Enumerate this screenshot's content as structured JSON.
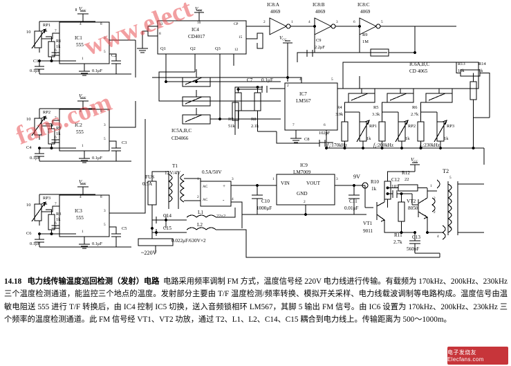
{
  "figure": {
    "number": "14.18",
    "title": "电力线传输温度巡回检测（发射）电路",
    "body": "电路采用频率调制 FM 方式，温度信号经 220V 电力线进行传输。有载频为 170kHz、200kHz、230kHz 三个温度检测通道，能监控三个地点的温度。发射部分主要由 T/F 温度检测/频率转换、模拟开关采样、电力线载波调制等电路构成。温度信号由温敏电阻送 555 进行 T/F 转换后，由 IC4 控制 IC5 切换，送入音频锁相环 LM567，其脚 5 输出 FM 信号。由 IC6 设置为 170kHz、200kHz、230kHz 三个频率的温度检测通道。此 FM 信号经 VT1、VT2 功放，通过 T2、L1、L2、C14、C15 耦合到电力线上。传输距离为 500～1000m。"
  },
  "watermarks": {
    "text1": "www.elect",
    "text2": "fans.com",
    "logo": "电子发烧友 Elecfans.com"
  },
  "timers": [
    {
      "ic": "IC1",
      "type": "555",
      "pot": "RP1",
      "pot_val": "5k",
      "res": "R1",
      "res_val": "1k",
      "thermistor": "10",
      "cap_a": "C1",
      "cap_a_val": "0.1μF",
      "cap_b": "C2",
      "cap_b_val": "0.1μF",
      "supply": "V",
      "supply_sub": "CC",
      "pins": [
        "4",
        "8",
        "7",
        "3",
        "6",
        "2",
        "1",
        "5"
      ]
    },
    {
      "ic": "IC2",
      "type": "555",
      "pot": "RP2",
      "pot_val": "5k",
      "res": "R2",
      "res_val": "1k",
      "thermistor": "10",
      "cap_a": "C4",
      "cap_a_val": "0.1μF",
      "cap_b": "C3",
      "cap_b_val": "0.1μF",
      "supply": "V",
      "supply_sub": "CC",
      "pins": [
        "4",
        "8",
        "7",
        "3",
        "6",
        "2",
        "1",
        "5"
      ]
    },
    {
      "ic": "IC3",
      "type": "555",
      "pot": "RP3",
      "pot_val": "5k",
      "res": "R3",
      "res_val": "1k",
      "thermistor": "10",
      "cap_a": "C6",
      "cap_a_val": "0.1μF",
      "cap_b": "C5",
      "cap_b_val": "0.1μF",
      "supply": "V",
      "supply_sub": "CC",
      "pins": [
        "4",
        "8",
        "7",
        "3",
        "6",
        "2",
        "1",
        "5"
      ]
    }
  ],
  "counter": {
    "ic": "IC4",
    "type": "CD4017",
    "pin_top": "16",
    "pin_left_a": "13",
    "pin_left_b": "8",
    "pin_cp": "CP",
    "pin_15": "15",
    "pin_12": "12",
    "outputs": [
      "Q1",
      "Q2",
      "Q3"
    ]
  },
  "inverters": [
    {
      "ref": "IC8:A",
      "type": "4069",
      "in_pin": "2",
      "out_pin": "1"
    },
    {
      "ref": "IC8:B",
      "type": "4069",
      "in_pin": "4",
      "out_pin": "3"
    },
    {
      "ref": "IC8:C",
      "type": "4069",
      "in_pin": "6",
      "out_pin": "5"
    }
  ],
  "inverter_parts": {
    "c9": "C9",
    "c9_val": "2.2μF",
    "r9": "R9",
    "r9_val": "1M",
    "vcc": "V",
    "vcc_sub": "CC"
  },
  "analog_switch": {
    "ref": "IC5A,B,C",
    "type": "CD4066"
  },
  "gate_block": {
    "ref": "IC6A,B,C",
    "type": "CD 4065",
    "r13": "R13",
    "r13_val": "10k",
    "r14": "R14",
    "r14_val": "1k"
  },
  "pll": {
    "ic": "IC7",
    "type": "LM567",
    "pins": [
      "2",
      "4",
      "5",
      "7",
      "6"
    ],
    "c7": "C7",
    "c7_val": "0.1μF",
    "c8": "C8",
    "c8_val": "102pF",
    "r7": "R7",
    "r7_val": "51k",
    "r8": "R8",
    "r8_val": "2.1k"
  },
  "channels": {
    "r4": "R4",
    "r4_val": "3.9k",
    "r5": "R5",
    "r5_val": "3.3k",
    "r6": "R6",
    "r6_val": "2.7k",
    "rp1": "RP1",
    "rp1_val": "1k",
    "rp2": "RP2",
    "rp2_val": "1k",
    "rp3": "RP3",
    "rp3_val": "1k",
    "f1": "f",
    "f1_sub": "1",
    "f1_val": ":170kHz",
    "f2": "f",
    "f2_sub": "2",
    "f2_val": ":200kHz",
    "f3": "f",
    "f3_sub": "3",
    "f3_val": ":230kHz",
    "vcc": "V",
    "vcc_sub": "CC"
  },
  "psu": {
    "transformer": "T1",
    "transformer_val": "12V/4V",
    "fuse": "FUS",
    "fuse_val": "0.5A",
    "bridge_val": "0.5A/50V",
    "bridge_ac1": "AC",
    "bridge_ac2": "AC",
    "bridge_plus": "+",
    "bridge_minus": "-",
    "bridge_pins": [
      "1",
      "2",
      "3",
      "4"
    ],
    "reg_ic": "IC9",
    "reg_type": "LM7009",
    "reg_vin": "VIN",
    "reg_vout": "VOUT",
    "reg_gnd": "GND",
    "reg_pins": [
      "1",
      "3",
      "2"
    ],
    "c10": "C10",
    "c10_val": "1000μF",
    "c11": "C11",
    "c11_val": "0.01μF",
    "out_label": "9V",
    "mains": "~220V",
    "c14": "C14",
    "c15": "C15",
    "c1415_val": "0.022μF/630V×2",
    "l1": "L1",
    "l2": "L2",
    "l_val": "22×2"
  },
  "output_stage": {
    "vt1": "VT1",
    "vt1_type": "9011",
    "vt2": "VT2",
    "vt2_type": "8050",
    "r10": "R10",
    "r10_val": "1k",
    "r11": "R11",
    "r11_val": "2.7k",
    "r12": "R12",
    "r12_val": "22",
    "c12": "C12",
    "c12_val": "102",
    "c13": "C13",
    "c13_val": "560pF",
    "t2": "T2",
    "t2_pins": [
      "1",
      "2",
      "2",
      "4",
      "5",
      "6"
    ],
    "vcc": "V",
    "vcc_sub": "CC"
  }
}
